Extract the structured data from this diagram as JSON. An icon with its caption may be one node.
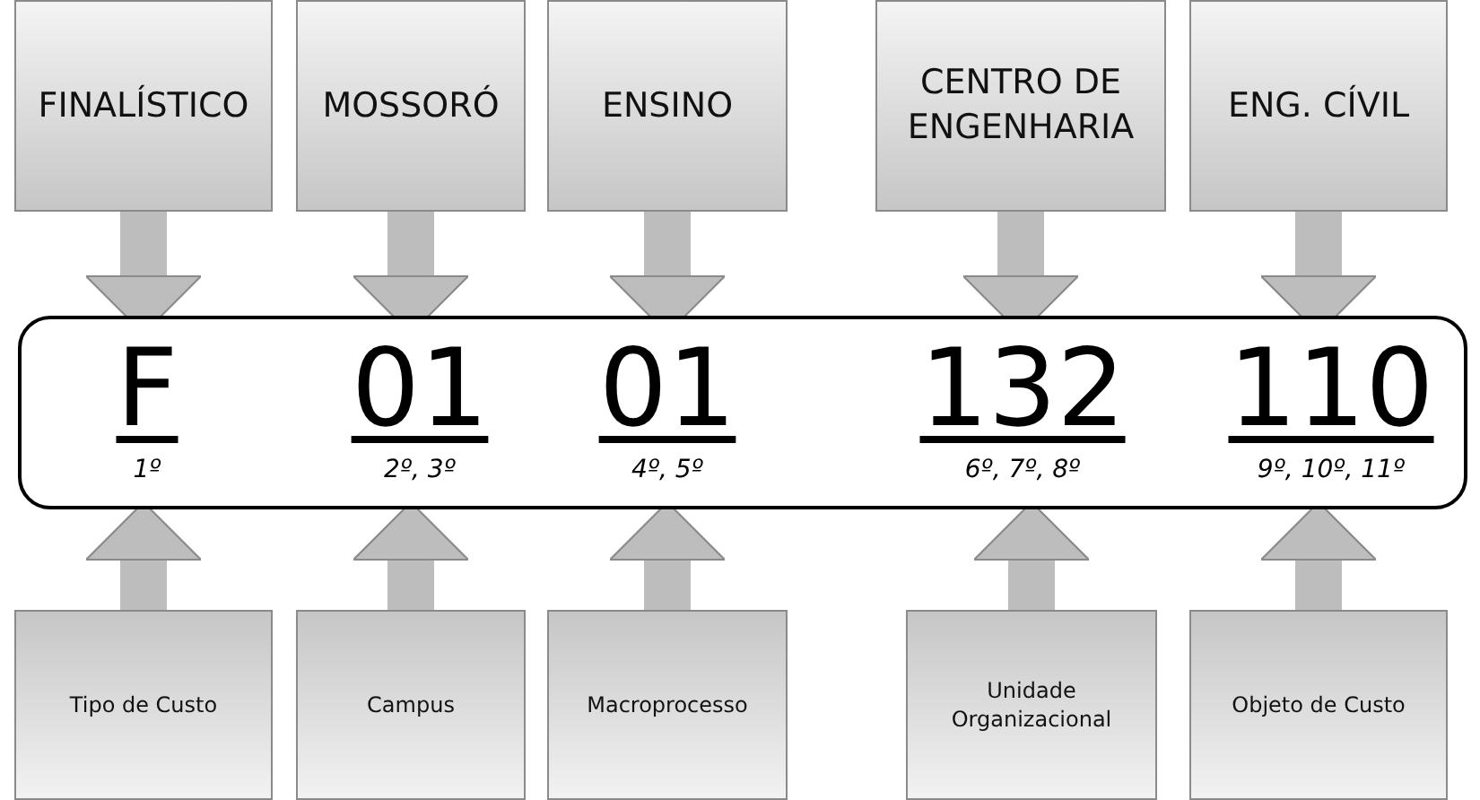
{
  "diagram": {
    "nodes": [
      {
        "text": [
          "FINALÍSTICO"
        ]
      },
      {
        "text": [
          "MOSSORÓ"
        ]
      },
      {
        "text": [
          "ENSINO"
        ]
      },
      {
        "text": [
          "CENTRO DE ENGENHARIA"
        ]
      },
      {
        "text": [
          "ENG. CÍVIL"
        ]
      },
      {
        "text": [],
        "shape": "box"
      },
      {
        "text": [
          "F"
        ],
        "in": 5,
        "beside": [
          "1º"
        ]
      },
      {
        "text": [
          "01"
        ],
        "in": 5,
        "beside": [
          "2º, 3º"
        ]
      },
      {
        "text": [
          "01"
        ],
        "in": 5,
        "beside": [
          "4º, 5º"
        ]
      },
      {
        "text": [
          "132"
        ],
        "in": 5,
        "beside": [
          "6º, 7º, 8º"
        ]
      },
      {
        "text": [
          "110"
        ],
        "in": 5,
        "beside": [
          "9º, 10º, 11º"
        ]
      },
      {
        "text": [
          "Tipo de Custo"
        ]
      },
      {
        "text": [
          "Campus"
        ]
      },
      {
        "text": [
          "Macroprocesso"
        ]
      },
      {
        "text": [
          "Unidade Organizacional"
        ]
      },
      {
        "text": [
          "Objeto de Custo"
        ]
      }
    ],
    "edges": [
      {
        "from": 0,
        "to": 6,
        "arrow": "to"
      },
      {
        "from": 1,
        "to": 7,
        "arrow": "to"
      },
      {
        "from": 2,
        "to": 8,
        "arrow": "to"
      },
      {
        "from": 3,
        "to": 9,
        "arrow": "to"
      },
      {
        "from": 4,
        "to": 10,
        "arrow": "to"
      },
      {
        "from": 11,
        "to": 6,
        "arrow": "to"
      },
      {
        "from": 12,
        "to": 7,
        "arrow": "to"
      },
      {
        "from": 13,
        "to": 8,
        "arrow": "to"
      },
      {
        "from": 14,
        "to": 9,
        "arrow": "to"
      },
      {
        "from": 15,
        "to": 10,
        "arrow": "to"
      }
    ]
  }
}
